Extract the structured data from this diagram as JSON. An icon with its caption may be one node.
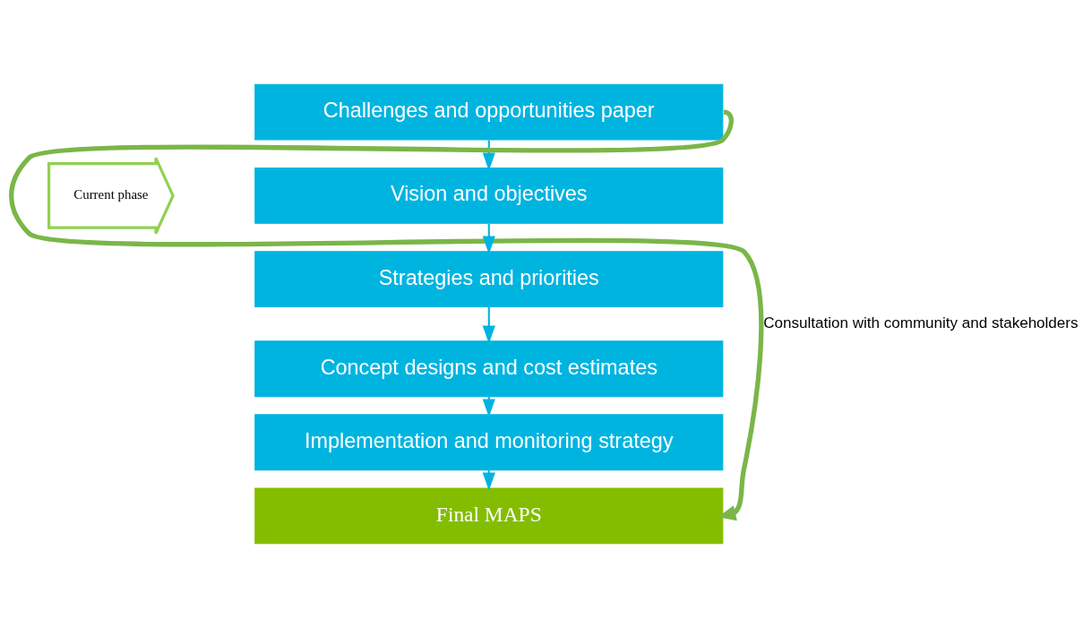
{
  "diagram": {
    "nodes": [
      {
        "text": [
          "Challenges and opportunities paper"
        ]
      },
      {
        "text": [
          "Vision and objectives"
        ]
      },
      {
        "text": [
          "Strategies and priorities"
        ]
      },
      {
        "text": [
          "Concept designs and cost estimates"
        ]
      },
      {
        "text": [
          "Implementation and monitoring strategy"
        ]
      },
      {
        "text": [
          "Final MAPS"
        ]
      },
      {
        "text": [
          "Current phase"
        ]
      }
    ],
    "edges": [
      {
        "from": 0,
        "to": 1,
        "arrow": "to"
      },
      {
        "from": 1,
        "to": 2,
        "arrow": "to"
      },
      {
        "from": 2,
        "to": 3,
        "arrow": "to"
      },
      {
        "from": 3,
        "to": 4,
        "arrow": "to"
      },
      {
        "from": 4,
        "to": 5,
        "arrow": "to"
      },
      {
        "from": 0,
        "to": 5,
        "arrow": "to",
        "label": "Consultation with community and stakeholders",
        "style": "thick",
        "color": "#7ab648"
      }
    ]
  }
}
